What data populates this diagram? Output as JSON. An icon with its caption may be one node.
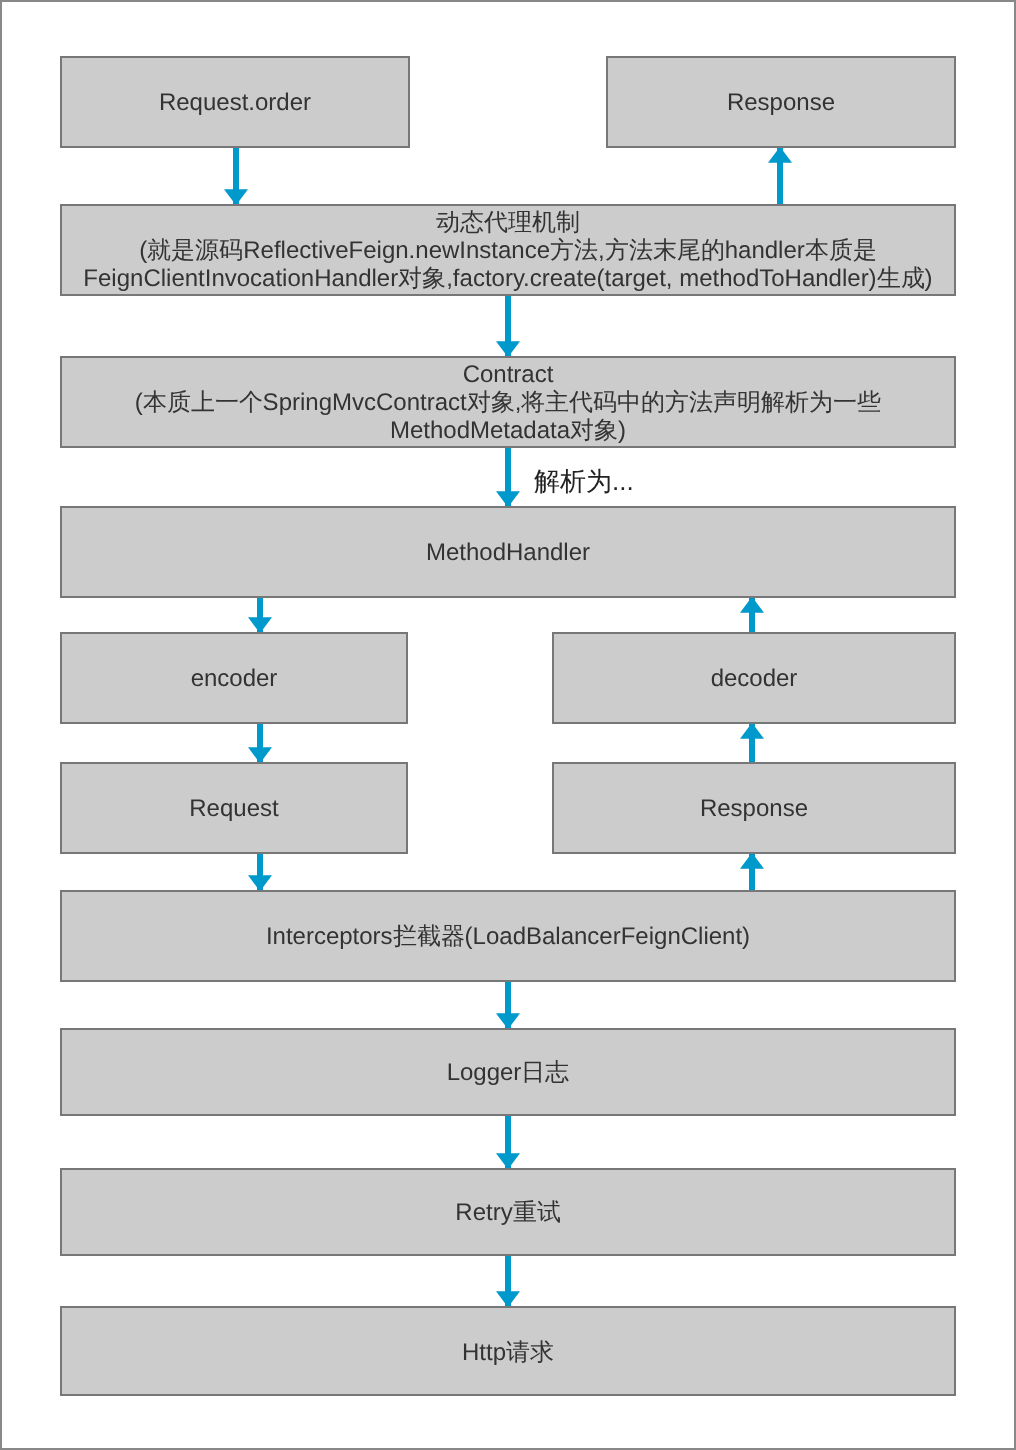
{
  "diagram": {
    "nodes": [
      {
        "text": [
          "Request.order"
        ]
      },
      {
        "text": [
          "Response"
        ]
      },
      {
        "text": [
          "动态代理机制",
          "(就是源码ReflectiveFeign.newInstance方法,方法末尾的handler本质是FeignClientInvocationHandler对象,factory.create(target, methodToHandler)生成)"
        ]
      },
      {
        "text": [
          "Contract",
          "(本质上一个SpringMvcContract对象,将主代码中的方法声明解析为一些MethodMetadata对象)"
        ]
      },
      {
        "text": [
          "MethodHandler"
        ]
      },
      {
        "text": [
          "encoder"
        ]
      },
      {
        "text": [
          "decoder"
        ]
      },
      {
        "text": [
          "Request"
        ]
      },
      {
        "text": [
          "Response"
        ]
      },
      {
        "text": [
          "Interceptors拦截器(LoadBalancerFeignClient)"
        ]
      },
      {
        "text": [
          "Logger日志"
        ]
      },
      {
        "text": [
          "Retry重试"
        ]
      },
      {
        "text": [
          "Http请求"
        ]
      }
    ],
    "edges": [
      {
        "from": 0,
        "to": 2,
        "arrow": "to"
      },
      {
        "from": 2,
        "to": 1,
        "arrow": "to"
      },
      {
        "from": 2,
        "to": 3,
        "arrow": "to"
      },
      {
        "from": 3,
        "to": 4,
        "arrow": "to",
        "label": "解析为..."
      },
      {
        "from": 4,
        "to": 5,
        "arrow": "to"
      },
      {
        "from": 5,
        "to": 7,
        "arrow": "to"
      },
      {
        "from": 7,
        "to": 9,
        "arrow": "to"
      },
      {
        "from": 9,
        "to": 8,
        "arrow": "to"
      },
      {
        "from": 8,
        "to": 6,
        "arrow": "to"
      },
      {
        "from": 6,
        "to": 4,
        "arrow": "to"
      },
      {
        "from": 9,
        "to": 10,
        "arrow": "to"
      },
      {
        "from": 10,
        "to": 11,
        "arrow": "to"
      },
      {
        "from": 11,
        "to": 12,
        "arrow": "to"
      }
    ]
  }
}
